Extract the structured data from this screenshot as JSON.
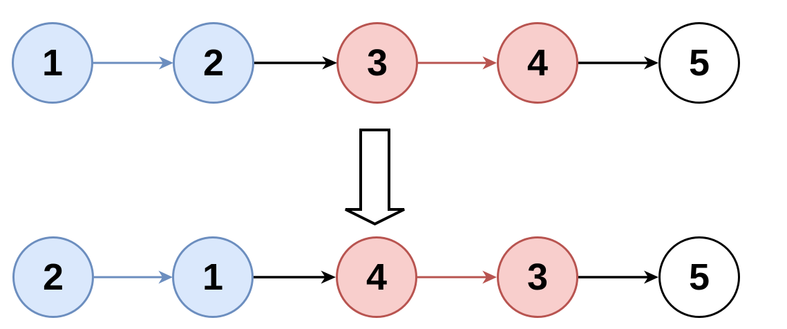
{
  "colors": {
    "blue": {
      "fill": "#dae8fc",
      "stroke": "#6c8ebf"
    },
    "red": {
      "fill": "#f8cecc",
      "stroke": "#b85450"
    },
    "white": {
      "fill": "#ffffff",
      "stroke": "#000000"
    },
    "black": {
      "fill": "#000000",
      "stroke": "#000000"
    }
  },
  "diagram": {
    "type": "linked-list-transformation",
    "before": {
      "nodes": [
        {
          "label": "1",
          "color": "blue"
        },
        {
          "label": "2",
          "color": "blue"
        },
        {
          "label": "3",
          "color": "red"
        },
        {
          "label": "4",
          "color": "red"
        },
        {
          "label": "5",
          "color": "white"
        }
      ],
      "arrows": [
        {
          "from": "1",
          "to": "2",
          "color": "blue"
        },
        {
          "from": "2",
          "to": "3",
          "color": "black"
        },
        {
          "from": "3",
          "to": "4",
          "color": "red"
        },
        {
          "from": "4",
          "to": "5",
          "color": "black"
        }
      ]
    },
    "transform": {
      "symbol": "hollow-down-arrow"
    },
    "after": {
      "nodes": [
        {
          "label": "2",
          "color": "blue"
        },
        {
          "label": "1",
          "color": "blue"
        },
        {
          "label": "4",
          "color": "red"
        },
        {
          "label": "3",
          "color": "red"
        },
        {
          "label": "5",
          "color": "white"
        }
      ],
      "arrows": [
        {
          "from": "2",
          "to": "1",
          "color": "blue"
        },
        {
          "from": "1",
          "to": "4",
          "color": "black"
        },
        {
          "from": "4",
          "to": "3",
          "color": "red"
        },
        {
          "from": "3",
          "to": "5",
          "color": "black"
        }
      ]
    }
  }
}
